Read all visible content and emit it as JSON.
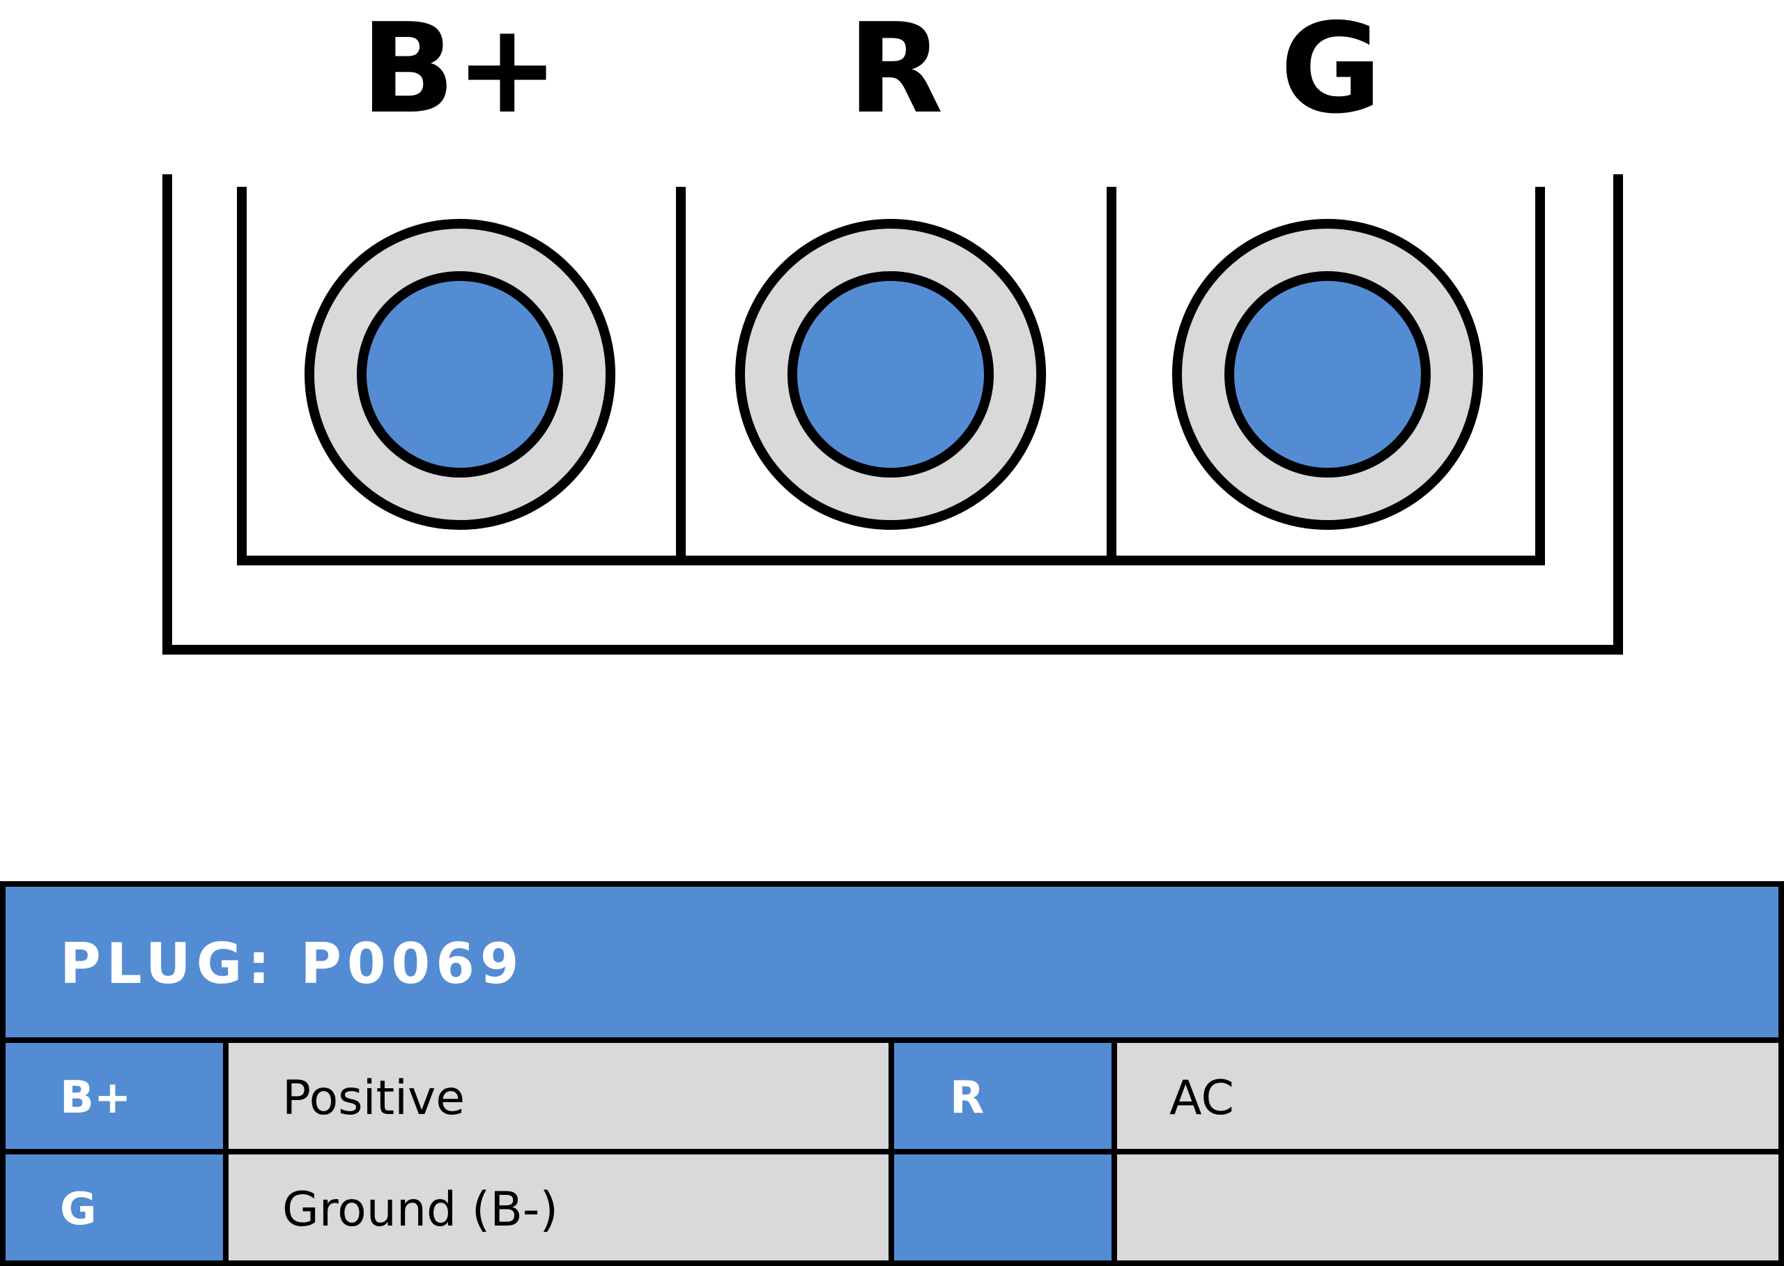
{
  "connector": {
    "pins": [
      {
        "label": "B+"
      },
      {
        "label": "R"
      },
      {
        "label": "G"
      }
    ]
  },
  "legend": {
    "title": "PLUG: P0069",
    "rows": [
      [
        {
          "code": "B+",
          "description": "Positive"
        },
        {
          "code": "R",
          "description": "AC"
        }
      ],
      [
        {
          "code": "G",
          "description": "Ground (B-)"
        },
        {
          "code": "",
          "description": ""
        }
      ]
    ]
  },
  "colors": {
    "accent_blue": "#548CD4",
    "housing_gray": "#D9D9D9",
    "outline": "#000000",
    "background": "#FFFFFF"
  }
}
